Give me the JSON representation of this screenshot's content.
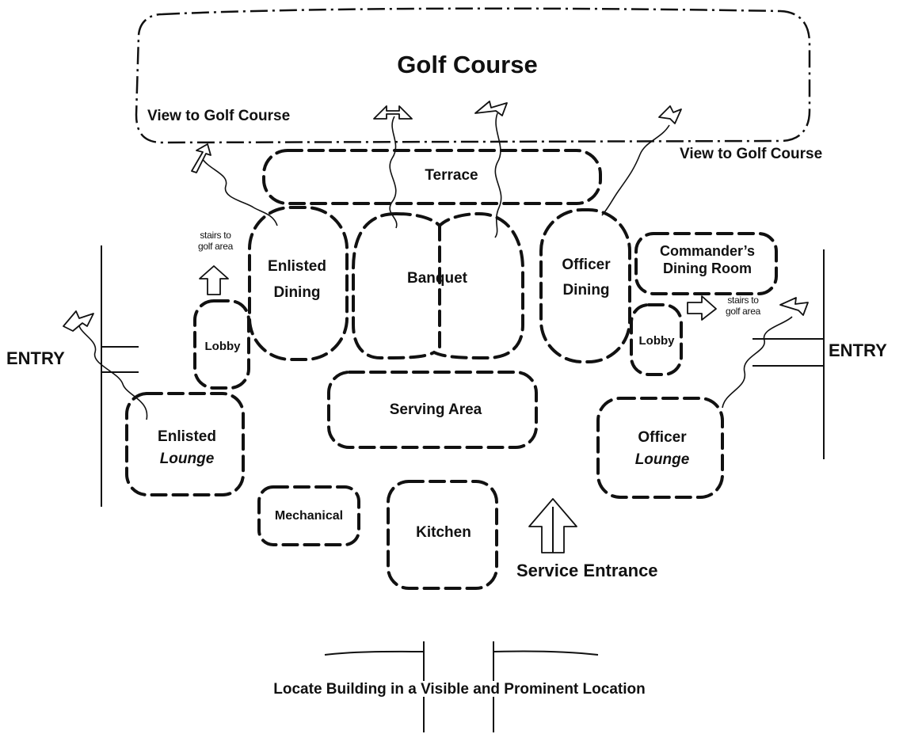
{
  "site": {
    "golf_course": "Golf Course",
    "view_left": "View to Golf Course",
    "view_right": "View to Golf Course",
    "entry_left": "ENTRY",
    "entry_right": "ENTRY",
    "service_entrance": "Service Entrance",
    "footer_note": "Locate Building in a Visible and Prominent Location",
    "stairs_left_line1": "stairs to",
    "stairs_left_line2": "golf area",
    "stairs_right_line1": "stairs to",
    "stairs_right_line2": "golf area"
  },
  "rooms": {
    "terrace": "Terrace",
    "enlisted_dining_line1": "Enlisted",
    "enlisted_dining_line2": "Dining",
    "banquet": "Banquet",
    "officer_dining_line1": "Officer",
    "officer_dining_line2": "Dining",
    "commanders_line1": "Commander’s",
    "commanders_line2": "Dining Room",
    "lobby_left": "Lobby",
    "lobby_right": "Lobby",
    "serving_area": "Serving Area",
    "enlisted_lounge_line1": "Enlisted",
    "enlisted_lounge_line2": "Lounge",
    "officer_lounge_line1": "Officer",
    "officer_lounge_line2": "Lounge",
    "mechanical": "Mechanical",
    "kitchen": "Kitchen"
  }
}
